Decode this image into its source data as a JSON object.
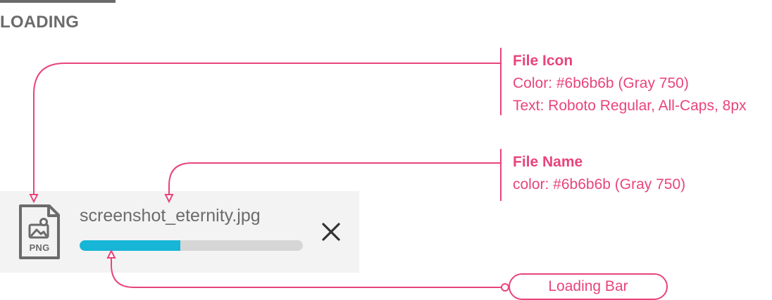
{
  "section": {
    "title": "LOADING"
  },
  "file": {
    "icon_name": "image-file-icon",
    "icon_type": "PNG",
    "name": "screenshot_eternity.jpg",
    "progress_percent": 45,
    "close_icon_name": "close-icon"
  },
  "callouts": {
    "file_icon": {
      "title": "File Icon",
      "lines": [
        "Color: #6b6b6b (Gray 750)",
        "Text: Roboto Regular, All-Caps, 8px"
      ]
    },
    "file_name": {
      "title": "File Name",
      "lines": [
        "color: #6b6b6b (Gray 750)"
      ]
    },
    "loading_bar": {
      "label": "Loading Bar"
    }
  },
  "colors": {
    "gray_750": "#6b6b6b",
    "accent_pink": "#e8447c",
    "progress_blue": "#17b5d6",
    "track_gray": "#d6d6d6",
    "card_bg": "#f3f3f3"
  }
}
